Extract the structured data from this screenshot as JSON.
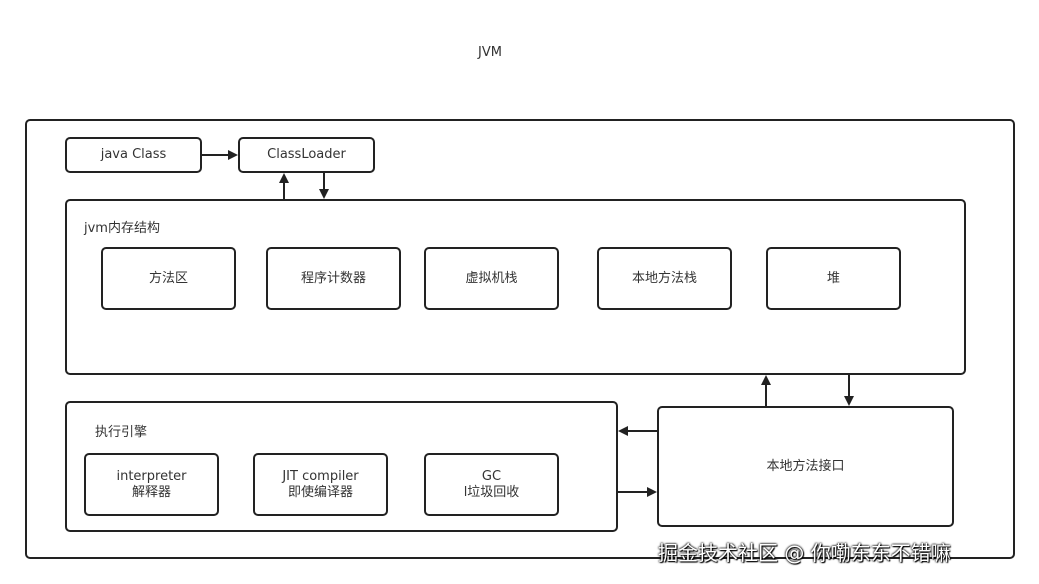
{
  "title": "JVM",
  "nodes": {
    "java_class": "java Class",
    "class_loader": "ClassLoader",
    "memory": {
      "label": "jvm内存结构",
      "items": [
        "方法区",
        "程序计数器",
        "虚拟机栈",
        "本地方法栈",
        "堆"
      ]
    },
    "engine": {
      "label": "执行引擎",
      "items": [
        {
          "line1": "interpreter",
          "line2": "解释器"
        },
        {
          "line1": "JIT compiler",
          "line2": "即使编译器"
        },
        {
          "line1": "GC",
          "line2": "l垃圾回收"
        }
      ]
    },
    "native_interface": "本地方法接口"
  },
  "watermark": "掘金技术社区 @ 你嘞东东不错嘛"
}
